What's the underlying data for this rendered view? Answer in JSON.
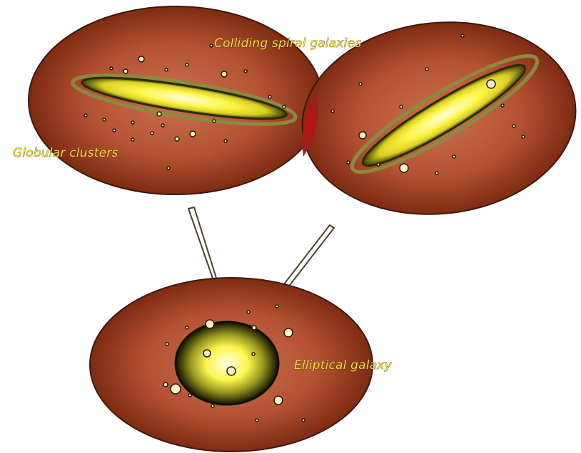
{
  "labels": {
    "colliding": "Colliding spiral galaxies",
    "globular": "Globular clusters",
    "elliptical": "Elliptical galaxy"
  },
  "colors": {
    "halo_center": "#b8583a",
    "halo_edge": "#7a2a14",
    "collision_zone": "#b01414",
    "core_yellow": "#fff64a",
    "core_dark": "#1a1a00",
    "arrow": "#6b6448",
    "label": "#f5e042"
  }
}
